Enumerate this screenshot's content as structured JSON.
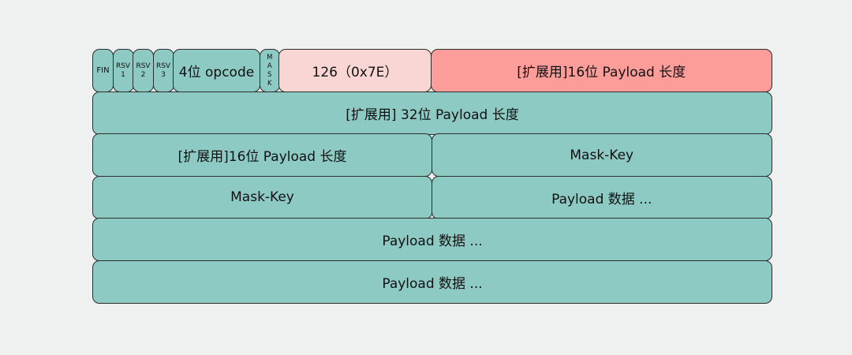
{
  "frame": {
    "colors": {
      "cell_teal": "#8ecac4",
      "cell_pink": "#f9d6d4",
      "cell_salmon": "#fd9d99",
      "border": "#2d2d2d",
      "page_background": "#eff1f1"
    },
    "rows": [
      {
        "cells": [
          {
            "label": "FIN"
          },
          {
            "label": "RSV",
            "sub": "1"
          },
          {
            "label": "RSV",
            "sub": "2"
          },
          {
            "label": "RSV",
            "sub": "3"
          },
          {
            "label": "4位 opcode"
          },
          {
            "label": "MASK"
          },
          {
            "label": "126（0x7E）"
          },
          {
            "label": "[扩展用]16位 Payload 长度"
          }
        ]
      },
      {
        "cells": [
          {
            "label": "[扩展用] 32位 Payload 长度"
          }
        ]
      },
      {
        "cells": [
          {
            "label": "[扩展用]16位 Payload 长度"
          },
          {
            "label": "Mask-Key"
          }
        ]
      },
      {
        "cells": [
          {
            "label": "Mask-Key"
          },
          {
            "label": "Payload 数据 ..."
          }
        ]
      },
      {
        "cells": [
          {
            "label": "Payload 数据 ..."
          }
        ]
      },
      {
        "cells": [
          {
            "label": "Payload 数据 ..."
          }
        ]
      }
    ]
  }
}
